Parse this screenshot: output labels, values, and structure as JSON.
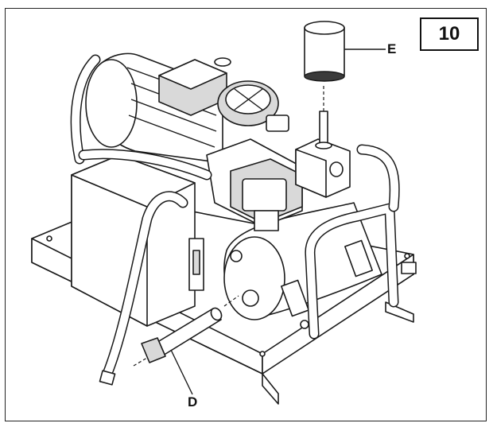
{
  "figure": {
    "number": "10",
    "callouts": {
      "e": "E",
      "d": "D"
    }
  }
}
